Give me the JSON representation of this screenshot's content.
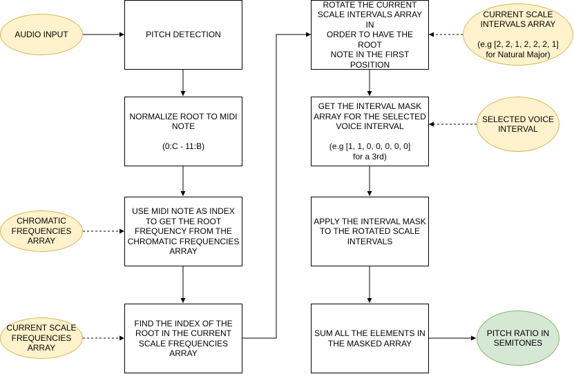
{
  "nodes": {
    "audio_input": "AUDIO INPUT",
    "pitch_detection": "PITCH DETECTION",
    "normalize_root": "NORMALIZE  ROOT TO MIDI\nNOTE",
    "normalize_root_sub": "(0:C - 11:B)",
    "use_midi_note": "USE MIDI NOTE AS INDEX\nTO GET THE ROOT\nFREQUENCY FROM THE\nCHROMATIC FREQUENCIES\nARRAY",
    "chromatic_frequencies": "CHROMATIC\nFREQUENCIES\nARRAY",
    "find_index": "FIND THE INDEX OF THE\nROOT IN THE CURRENT\nSCALE FREQUENCIES\nARRAY",
    "current_scale_frequencies": "CURRENT SCALE\nFREQUENCIES\nARRAY",
    "rotate_intervals": "ROTATE THE CURRENT\nSCALE INTERVALS ARRAY IN\nORDER TO HAVE THE ROOT\nNOTE IN THE FIRST\nPOSITION",
    "current_scale_intervals": "CURRENT SCALE\nINTERVALS ARRAY",
    "current_scale_intervals_sub": "(e.g [2, 2, 1, 2, 2, 2, 1]\nfor Natural Major)",
    "get_interval_mask": "GET THE INTERVAL MASK\nARRAY FOR THE SELECTED\nVOICE INTERVAL",
    "get_interval_mask_sub": "(e.g [1, 1, 0, 0, 0, 0, 0]\nfor a 3rd)",
    "selected_voice_interval": "SELECTED VOICE\nINTERVAL",
    "apply_mask": "APPLY THE INTERVAL MASK\nTO THE ROTATED SCALE\nINTERVALS",
    "sum_elements": "SUM ALL THE ELEMENTS IN\nTHE MASKED ARRAY",
    "pitch_ratio": "PITCH RATIO IN\nSEMITONES"
  },
  "colors": {
    "input_fill": "#fff2cc",
    "input_stroke": "#d6b656",
    "output_fill": "#d5e8d4",
    "output_stroke": "#82b366",
    "box_stroke": "#000000"
  }
}
